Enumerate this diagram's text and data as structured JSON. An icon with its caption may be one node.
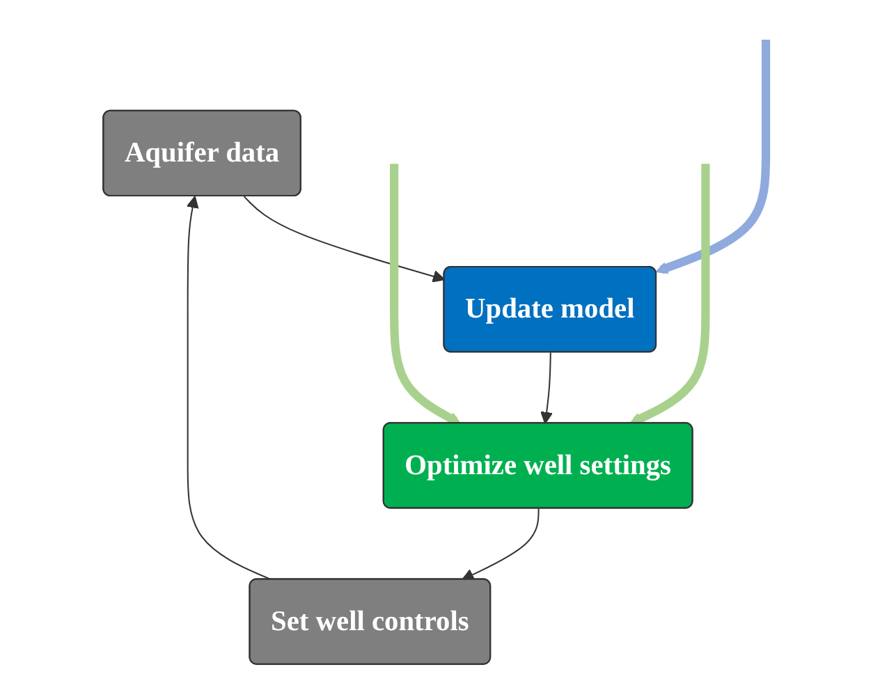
{
  "diagram": {
    "nodes": [
      {
        "text": [
          "Aquifer data"
        ]
      },
      {
        "text": [
          "Update model"
        ]
      },
      {
        "text": [
          "Optimize well settings"
        ]
      },
      {
        "text": [
          "Set well controls"
        ]
      }
    ],
    "edges": [
      {
        "from": 0,
        "to": 1,
        "arrow": "to"
      },
      {
        "from": 1,
        "to": 2,
        "arrow": "to"
      },
      {
        "from": 2,
        "to": 3,
        "arrow": "to"
      },
      {
        "from": 3,
        "to": 0,
        "arrow": "to"
      },
      {
        "from": null,
        "to": 1,
        "arrow": "to",
        "style": "thick",
        "color": "#8faadc"
      },
      {
        "from": null,
        "to": 2,
        "arrow": "to",
        "style": "thick",
        "color": "#a9d18e"
      },
      {
        "from": null,
        "to": 2,
        "arrow": "to",
        "style": "thick",
        "color": "#a9d18e"
      }
    ]
  }
}
